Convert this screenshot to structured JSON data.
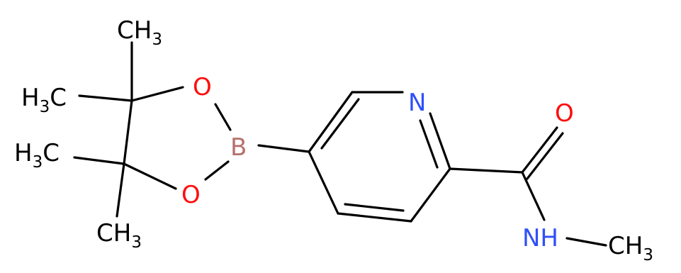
{
  "colors": {
    "carbon": "#000000",
    "oxygen": "#ff0d0d",
    "nitrogen": "#3050f8",
    "boron": "#b5716c"
  },
  "atoms": {
    "ch3_top": {
      "main": "CH",
      "sub": "3"
    },
    "ch3_left_upper": {
      "main": "H",
      "sub": "3",
      "tail": "C"
    },
    "ch3_left_lower": {
      "main": "H",
      "sub": "3",
      "tail": "C"
    },
    "ch3_bottom": {
      "main": "CH",
      "sub": "3"
    },
    "o_upper": "O",
    "o_lower": "O",
    "b": "B",
    "n_ring": "N",
    "o_carbonyl": "O",
    "nh": "NH",
    "ch3_amide": {
      "main": "CH",
      "sub": "3"
    }
  }
}
